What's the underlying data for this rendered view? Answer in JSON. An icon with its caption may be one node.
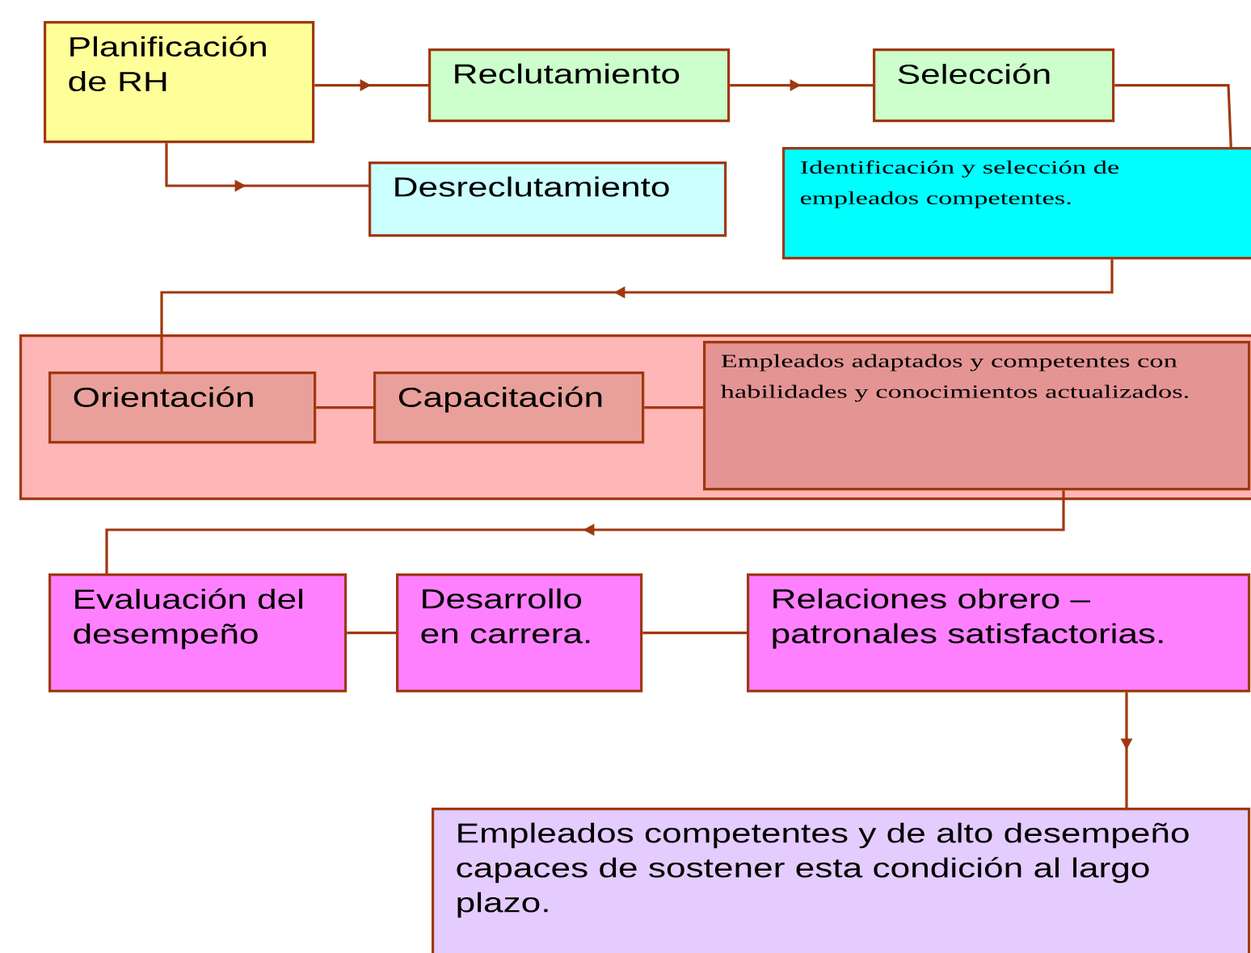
{
  "diagram": {
    "nodes": [
      {
        "text": [
          "Planificación de RH"
        ]
      },
      {
        "text": [
          "Reclutamiento"
        ]
      },
      {
        "text": [
          "Selección"
        ]
      },
      {
        "text": [
          "Desreclutamiento"
        ]
      },
      {
        "text": [
          "Identificación y selección de empleados competentes."
        ]
      },
      {
        "text": [],
        "shape": "box"
      },
      {
        "text": [
          "Orientación"
        ],
        "in": 5
      },
      {
        "text": [
          "Capacitación"
        ],
        "in": 5
      },
      {
        "text": [
          "Empleados adaptados y competentes con habilidades y conocimientos actualizados."
        ],
        "in": 5
      },
      {
        "text": [
          "Evaluación del desempeño"
        ]
      },
      {
        "text": [
          "Desarrollo en carrera."
        ]
      },
      {
        "text": [
          "Relaciones obrero – patronales satisfactorias."
        ]
      },
      {
        "text": [
          "Empleados competentes y de alto desempeño capaces de sostener esta condición al largo plazo."
        ]
      }
    ],
    "edges": [
      {
        "from": 0,
        "to": 1,
        "arrow": "to"
      },
      {
        "from": 1,
        "to": 2,
        "arrow": "to"
      },
      {
        "from": 0,
        "to": 3,
        "arrow": "to"
      },
      {
        "from": 2,
        "to": 4,
        "arrow": "none"
      },
      {
        "from": 4,
        "to": 6,
        "arrow": "to"
      },
      {
        "from": 6,
        "to": 7,
        "arrow": "none"
      },
      {
        "from": 7,
        "to": 8,
        "arrow": "none"
      },
      {
        "from": 8,
        "to": 9,
        "arrow": "to"
      },
      {
        "from": 9,
        "to": 10,
        "arrow": "none"
      },
      {
        "from": 10,
        "to": 11,
        "arrow": "none"
      },
      {
        "from": 11,
        "to": 12,
        "arrow": "to"
      }
    ]
  }
}
